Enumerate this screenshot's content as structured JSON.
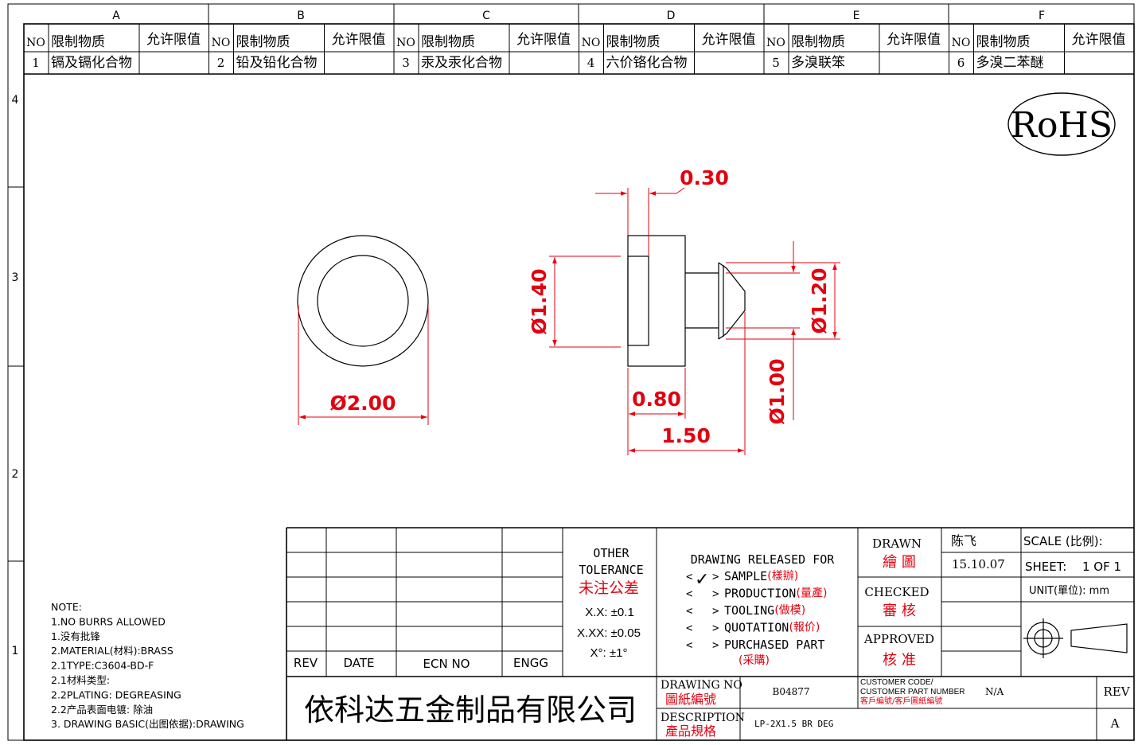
{
  "zone_columns": [
    "A",
    "B",
    "C",
    "D",
    "E",
    "F"
  ],
  "zone_rows": [
    "4",
    "3",
    "2",
    "1"
  ],
  "substances": {
    "header_no": "NO",
    "header_substance": "限制物质",
    "header_limit": "允许限值",
    "items": [
      {
        "no": "1",
        "name": "镉及镉化合物"
      },
      {
        "no": "2",
        "name": "铅及铅化合物"
      },
      {
        "no": "3",
        "name": "汞及汞化合物"
      },
      {
        "no": "4",
        "name": "六价铬化合物"
      },
      {
        "no": "5",
        "name": "多溴联笨"
      },
      {
        "no": "6",
        "name": "多溴二苯醚"
      }
    ]
  },
  "rohs": "RoHS",
  "dimensions": {
    "outer_diameter": "Ø2.00",
    "head_diameter": "Ø1.40",
    "tip_diameter": "Ø1.20",
    "shaft_diameter": "Ø1.00",
    "recess_depth": "0.30",
    "head_length": "0.80",
    "total_length": "1.50"
  },
  "notes": [
    "NOTE:",
    "1.NO BURRS ALLOWED",
    "1.没有批锋",
    "2.MATERIAL(材料):BRASS",
    "2.1TYPE:C3604-BD-F",
    "2.1材料类型:",
    "2.2PLATING: DEGREASING",
    "2.2产品表面电镀: 除油",
    "3. DRAWING BASIC(出图依据):DRAWING"
  ],
  "revision_table": {
    "rev": "REV",
    "date": "DATE",
    "ecn": "ECN NO",
    "engg": "ENGG"
  },
  "tolerance": {
    "title1": "OTHER",
    "title2": "TOLERANCE",
    "title_cn": "未注公差",
    "xx": "X.X: ±0.1",
    "xxx": "X.XX: ±0.05",
    "angle": "X°: ±1°"
  },
  "release": {
    "title": "DRAWING RELEASED FOR",
    "check_mark": "✓",
    "items": [
      {
        "label": "SAMPLE",
        "cn": "(樣辦)"
      },
      {
        "label": "PRODUCTION",
        "cn": "(量產)"
      },
      {
        "label": "TOOLING",
        "cn": "(做模)"
      },
      {
        "label": "QUOTATION",
        "cn": "(報价)"
      },
      {
        "label": "PURCHASED PART",
        "cn": "(采購)"
      }
    ]
  },
  "signoff": {
    "drawn": "DRAWN",
    "drawn_cn": "繪 圖",
    "drawn_by": "陈飞",
    "drawn_date": "15.10.07",
    "checked": "CHECKED",
    "checked_cn": "審 核",
    "approved": "APPROVED",
    "approved_cn": "核 准"
  },
  "scale": {
    "label": "SCALE (比例):",
    "sheet_label": "SHEET:",
    "sheet_value": "1 OF 1",
    "unit": "UNIT(單位): mm"
  },
  "company": "依科达五金制品有限公司",
  "drawing_no": {
    "label": "DRAWING NO",
    "cn": "圖紙編號",
    "value": "B04877"
  },
  "description": {
    "label": "DESCRIPTION",
    "cn": "產品規格",
    "value": "LP-2X1.5 BR DEG"
  },
  "customer": {
    "line1": "CUSTOMER CODE/",
    "line2": "CUSTOMER PART NUMBER",
    "cn": "客戶編號/客戶圖紙編號",
    "value": "N/A"
  },
  "rev_block": {
    "label": "REV",
    "value": "A"
  },
  "colors": {
    "dimension": "#e3000f",
    "line": "#000000"
  }
}
